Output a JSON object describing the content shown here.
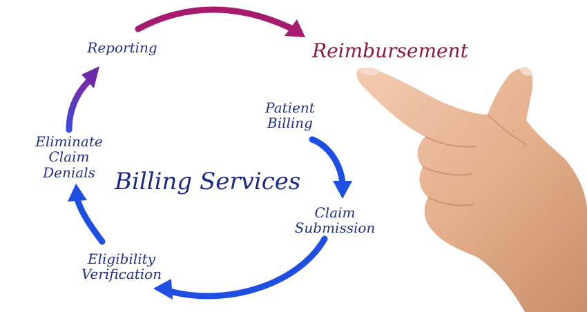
{
  "diagram": {
    "center_label": "Billing Services",
    "target_label": "Reimbursement",
    "nodes": [
      {
        "id": "reporting",
        "lines": [
          "Reporting"
        ]
      },
      {
        "id": "patient-billing",
        "lines": [
          "Patient",
          "Billing"
        ]
      },
      {
        "id": "claim-submission",
        "lines": [
          "Claim",
          "Submission"
        ]
      },
      {
        "id": "eligibility-verification",
        "lines": [
          "Eligibility",
          "Verification"
        ]
      },
      {
        "id": "eliminate-claim-denials",
        "lines": [
          "Eliminate",
          "Claim",
          "Denials"
        ]
      }
    ],
    "colors": {
      "text": "#1f2f86",
      "accent": "#8e1a3b",
      "arrow_blue": "#1f4fe0",
      "arrow_purple": "#6a2aa6",
      "arrow_magenta": "#a51c6e",
      "skin": "#e7b493"
    },
    "image": "hand-pointing"
  }
}
